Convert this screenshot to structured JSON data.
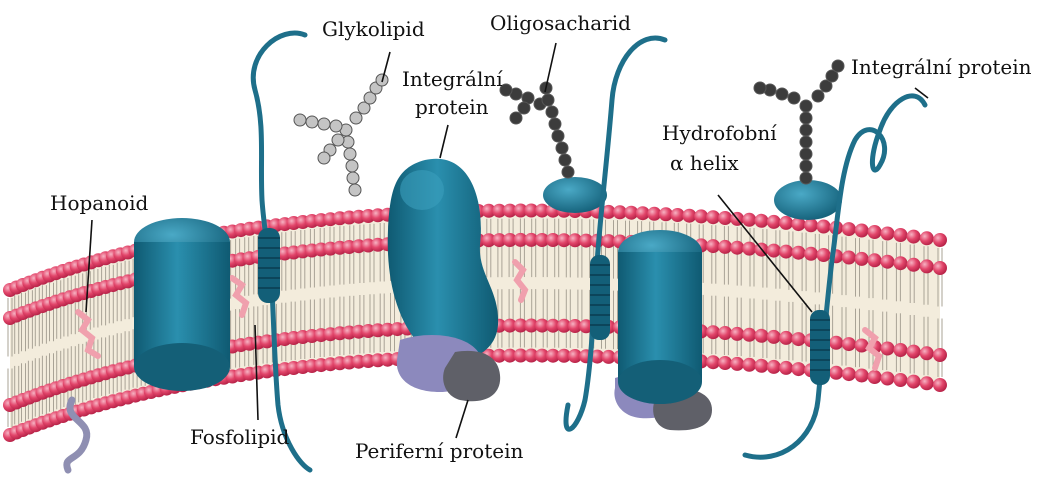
{
  "labels": {
    "glykolipid": "Glykolipid",
    "oligosacharid": "Oligosacharid",
    "integralni_protein_1_line1": "Integrální",
    "integralni_protein_1_line2": "protein",
    "integralni_protein_2": "Integrální protein",
    "hydrofobni_line1": "Hydrofobní",
    "hydrofobni_line2": "α helix",
    "hopanoid": "Hopanoid",
    "fosfolipid": "Fosfolipid",
    "periferni_protein": "Periferní protein"
  },
  "colors": {
    "head": "#e0405f",
    "head_highlight": "#f4a2b4",
    "tail": "#f5efe0",
    "protein": "#156b86",
    "protein_light": "#2e93b0",
    "peripheral": "#8a88b8",
    "peripheral_dark": "#5c5e68",
    "chain": "#1f6f89",
    "sugar_light": "#b9b9b9",
    "sugar_dark": "#3d3d3d",
    "hopanoid": "#f0a0ad",
    "label": "#111111"
  },
  "icons": {
    "protein": "integral-protein-icon",
    "peripheral": "peripheral-protein-icon",
    "glycolipid": "glycolipid-sugar-chain-icon",
    "oligosaccharide": "oligosaccharide-chain-icon",
    "helix": "alpha-helix-icon",
    "hopanoid": "hopanoid-icon"
  }
}
